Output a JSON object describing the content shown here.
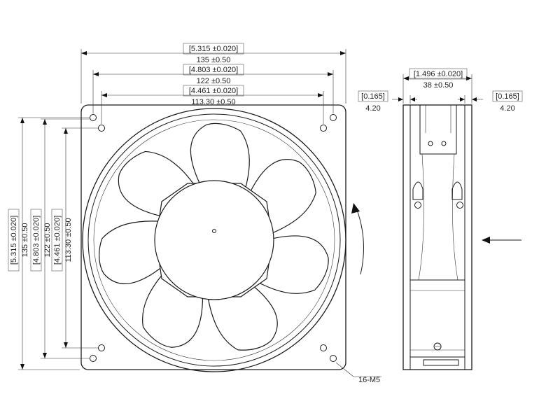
{
  "front_view": {
    "width_dims": [
      {
        "inch": "[5.315 ±0.020]",
        "mm": "135 ±0.50"
      },
      {
        "inch": "[4.803 ±0.020]",
        "mm": "122 ±0.50"
      },
      {
        "inch": "[4.461 ±0.020]",
        "mm": "113.30 ±0.50"
      }
    ],
    "height_dims": [
      {
        "inch": "[5.315 ±0.020]",
        "mm": "135 ±0.50"
      },
      {
        "inch": "[4.803 ±0.020]",
        "mm": "122 ±0.50"
      },
      {
        "inch": "[4.461 ±0.020]",
        "mm": "113.30 ±0.50"
      }
    ],
    "hole_callout": "16-M5"
  },
  "side_view": {
    "depth_dim": {
      "inch": "[1.496 ±0.020]",
      "mm": "38 ±0.50"
    },
    "flange_left": {
      "inch": "[0.165]",
      "mm": "4.20"
    },
    "flange_right": {
      "inch": "[0.165]",
      "mm": "4.20"
    }
  }
}
